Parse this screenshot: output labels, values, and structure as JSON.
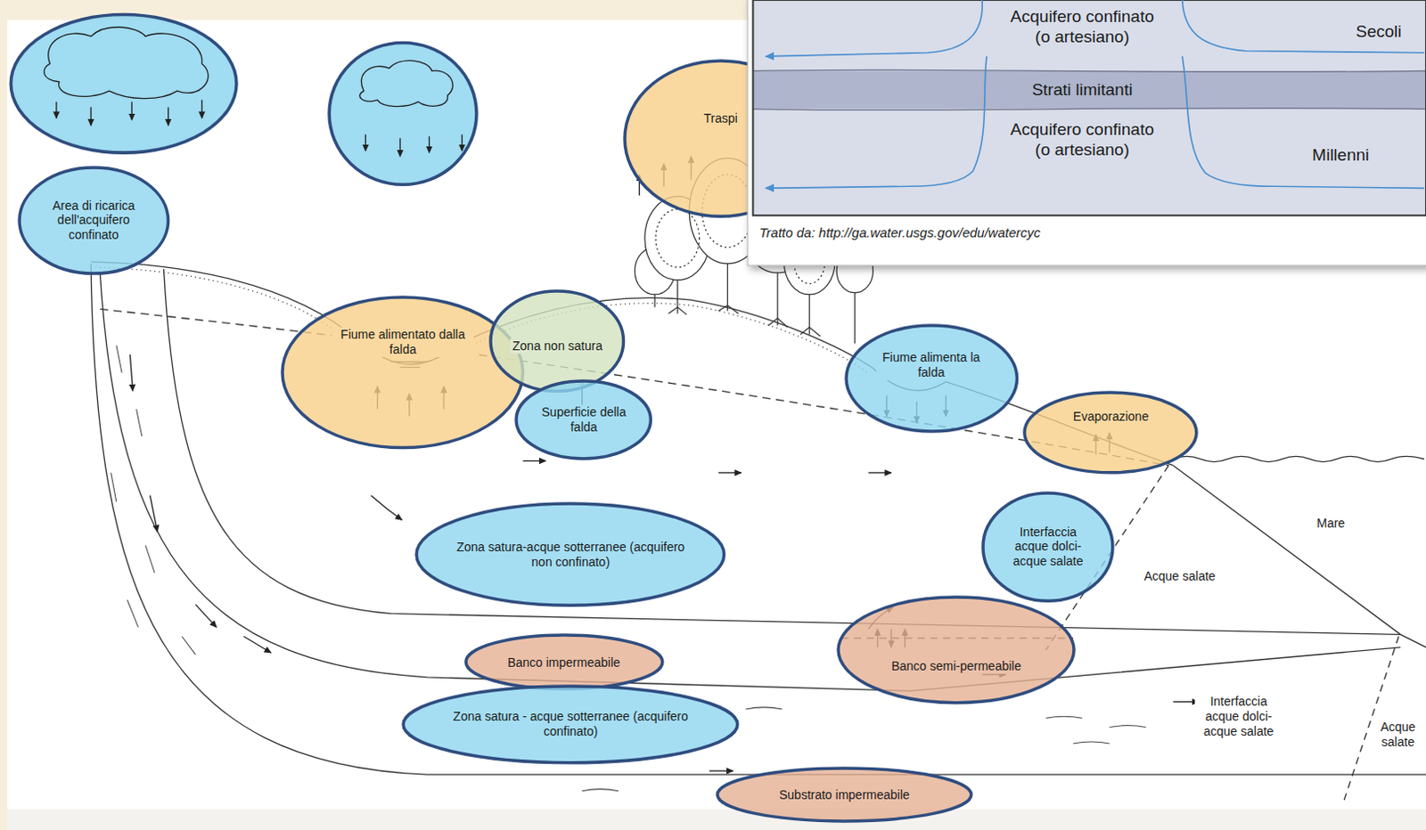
{
  "diagram": {
    "caption": "Tratto da: http://ga.water.usgs.gov/edu/watercyc",
    "nodes": [
      {
        "text": [
          "Area di ricarica dell'acquifero confinato"
        ]
      },
      {
        "text": [
          "Traspi"
        ]
      },
      {
        "text": [
          "Fiume alimentato dalla falda"
        ]
      },
      {
        "text": [
          "Zona non satura"
        ]
      },
      {
        "text": [
          "Fiume alimenta la falda"
        ]
      },
      {
        "text": [
          "Superficie della falda"
        ]
      },
      {
        "text": [
          "Evaporazione"
        ]
      },
      {
        "text": [
          "Zona satura-acque sotterranee (acquifero non confinato)"
        ]
      },
      {
        "text": [
          "Interfaccia acque dolci-acque salate"
        ]
      },
      {
        "text": [
          "Banco semi-permeabile"
        ]
      },
      {
        "text": [
          "Banco impermeabile"
        ]
      },
      {
        "text": [
          "Zona satura - acque sotterranee (acquifero confinato)"
        ]
      },
      {
        "text": [
          "Substrato impermeabile"
        ]
      }
    ],
    "labels": [
      "Acquifero confinato (o artesiano)",
      "Secoli",
      "Strati limitanti",
      "Acquifero confinato (o artesiano)",
      "Millenni",
      "Mare",
      "Acque salate",
      "Interfaccia acque dolci-acque salate",
      "Acque salate"
    ]
  }
}
